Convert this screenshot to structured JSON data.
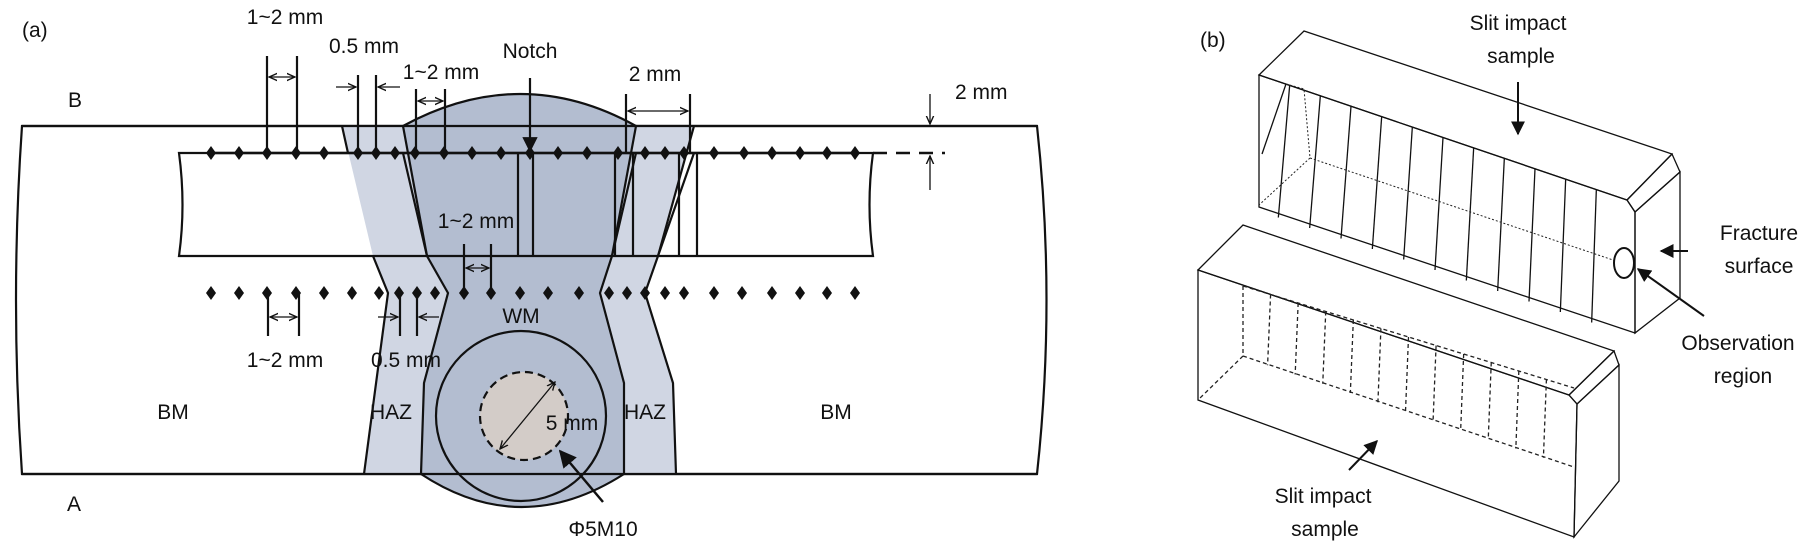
{
  "panel_a": {
    "label": "(a)",
    "side_b": "B",
    "side_a": "A",
    "dim_top_1": "1~2 mm",
    "dim_top_2": "0.5 mm",
    "dim_top_3": "1~2 mm",
    "notch": "Notch",
    "dim_top_4": "2 mm",
    "dim_depth": "2 mm",
    "dim_mid": "1~2 mm",
    "dim_bottom_1": "1~2 mm",
    "dim_bottom_2": "0.5 mm",
    "wm": "WM",
    "bm_left": "BM",
    "bm_right": "BM",
    "haz_left": "HAZ",
    "haz_right": "HAZ",
    "diameter": "5 mm",
    "specimen": "Φ5M10"
  },
  "panel_b": {
    "label": "(b)",
    "top_sample_1": "Slit impact",
    "top_sample_2": "sample",
    "fracture_1": "Fracture",
    "fracture_2": "surface",
    "observation_1": "Observation",
    "observation_2": "region",
    "bottom_sample_1": "Slit impact",
    "bottom_sample_2": "sample"
  },
  "colors": {
    "plate": "#e8eaf2",
    "haz": "#d0d6e3",
    "weld": "#b3bdd0",
    "core": "#d3ccc8",
    "block_top": "#919eb5",
    "block_front_light": "#c5d0e3",
    "fracture_side": "#bdb3ae"
  }
}
